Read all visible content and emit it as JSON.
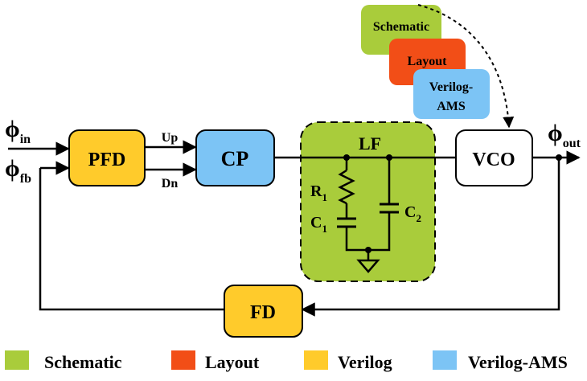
{
  "blocks": {
    "pfd": "PFD",
    "cp": "CP",
    "lf": "LF",
    "vco": "VCO",
    "fd": "FD"
  },
  "signals": {
    "phi": "ϕ",
    "in_sub": "in",
    "fb_sub": "fb",
    "out_sub": "out",
    "up": "Up",
    "dn": "Dn"
  },
  "components": {
    "r1": "R",
    "r1_sub": "1",
    "c1": "C",
    "c1_sub": "1",
    "c2": "C",
    "c2_sub": "2"
  },
  "stack_cards": {
    "schematic": "Schematic",
    "layout": "Layout",
    "verilog_ams_line1": "Verilog-",
    "verilog_ams_line2": "AMS"
  },
  "legend": [
    {
      "label": "Schematic",
      "color": "#a9cc3b"
    },
    {
      "label": "Layout",
      "color": "#f24e17"
    },
    {
      "label": "Verilog",
      "color": "#ffcb2b"
    },
    {
      "label": "Verilog-AMS",
      "color": "#7cc4f5"
    }
  ],
  "colors": {
    "schematic": "#a9cc3b",
    "layout": "#f24e17",
    "verilog": "#ffcb2b",
    "verilog_ams": "#7cc4f5",
    "line": "#000000"
  }
}
